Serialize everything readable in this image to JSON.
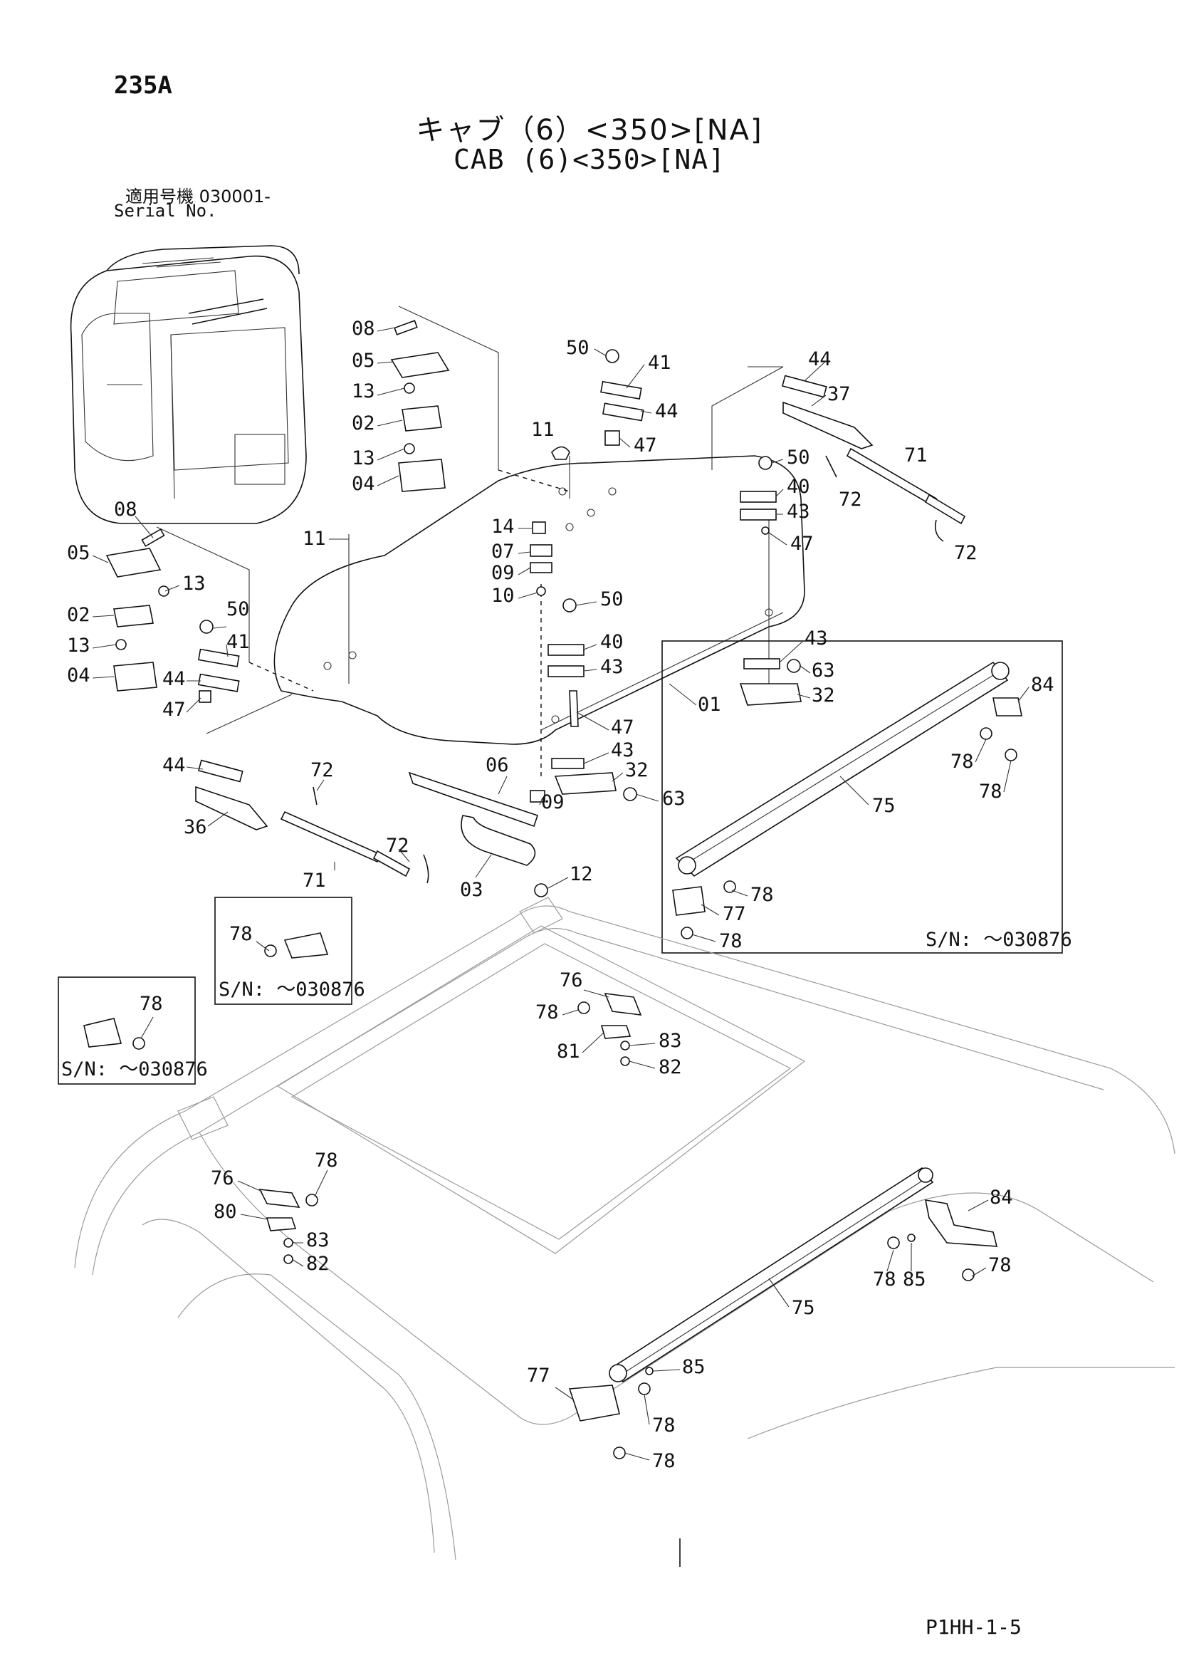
{
  "header": {
    "page_id": "235A",
    "title_ja": "キャブ（6）<350>[NA]",
    "title_en": "CAB (6)<350>[NA]",
    "serial_label_ja": "適用号機 030001-",
    "serial_label_en": "Serial No."
  },
  "footer": {
    "code": "P1HH-1-5"
  },
  "insets": {
    "large": {
      "sn": "S/N: ～030876"
    },
    "small_mid": {
      "sn": "S/N: ～030876"
    },
    "small_left": {
      "sn": "S/N: ～030876"
    }
  },
  "callouts": {
    "c08a": "08",
    "c05a": "05",
    "c13a": "13",
    "c02a": "02",
    "c13b": "13",
    "c04a": "04",
    "c08b": "08",
    "c05b": "05",
    "c13c": "13",
    "c02b": "02",
    "c13d": "13",
    "c04b": "04",
    "c50a": "50",
    "c41a": "41",
    "c44a": "44",
    "c47a": "47",
    "c11a": "11",
    "c44b": "44",
    "c37": "37",
    "c50b": "50",
    "c40a": "40",
    "c43a": "43",
    "c47b": "47",
    "c71a": "71",
    "c72a": "72",
    "c72b": "72",
    "c11b": "11",
    "c14": "14",
    "c07": "07",
    "c09a": "09",
    "c10": "10",
    "c50c": "50",
    "c41b": "41",
    "c44c": "44",
    "c47c": "47",
    "c50d": "50",
    "c40b": "40",
    "c43b": "43",
    "c01": "01",
    "c43c": "43",
    "c63a": "63",
    "c32a": "32",
    "c84a": "84",
    "c47d": "47",
    "c43d": "43",
    "c32b": "32",
    "c63b": "63",
    "c44d": "44",
    "c72c": "72",
    "c06": "06",
    "c36": "36",
    "c09b": "09",
    "c72d": "72",
    "c71b": "71",
    "c03": "03",
    "c12": "12",
    "c78a": "78",
    "c78b": "78",
    "c75a": "75",
    "c78c": "78",
    "c77a": "77",
    "c78d": "78",
    "c78e": "78",
    "c78f": "78",
    "c76a": "76",
    "c78g": "78",
    "c81": "81",
    "c83a": "83",
    "c82a": "82",
    "c78h": "78",
    "c76b": "76",
    "c80": "80",
    "c83b": "83",
    "c82b": "82",
    "c84b": "84",
    "c78i": "78",
    "c85a": "85",
    "c78j": "78",
    "c75b": "75",
    "c77b": "77",
    "c85b": "85",
    "c78k": "78",
    "c78l": "78"
  }
}
